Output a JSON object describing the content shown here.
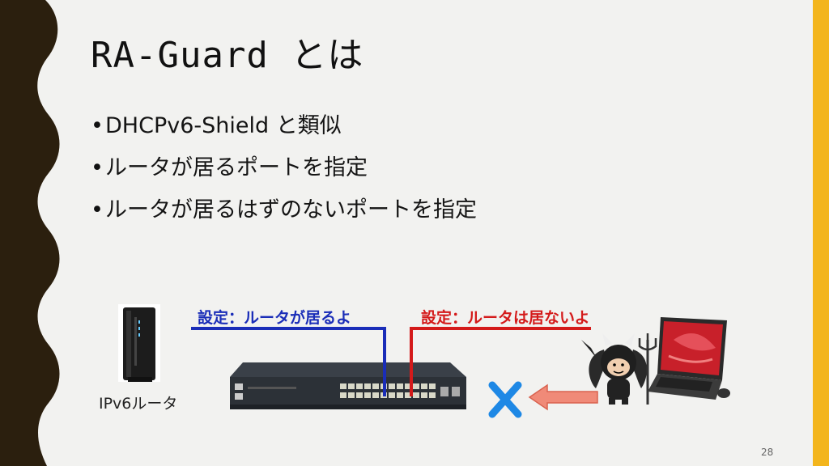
{
  "slide": {
    "title": "RA-Guard とは",
    "bullets": [
      "DHCPv6-Shield と類似",
      "ルータが居るポートを指定",
      "ルータが居るはずのないポートを指定"
    ],
    "bullet_symbol": "•",
    "router_label": "IPv6ルータ",
    "blue_label": "設定：ルータが居るよ",
    "red_label": "設定：ルータは居ないよ",
    "page_number": "28"
  },
  "colors": {
    "background": "#f2f2f0",
    "left_band": "#2b1f0e",
    "accent_strip": "#f3b51c",
    "blue_line": "#1a2db8",
    "red_line": "#d41a1a",
    "cross": "#1e88e5",
    "arrow": "#f08a78"
  },
  "icons": [
    "router-image",
    "switch-image",
    "devil-icon",
    "laptop-image",
    "cross-icon",
    "arrow-icon"
  ]
}
